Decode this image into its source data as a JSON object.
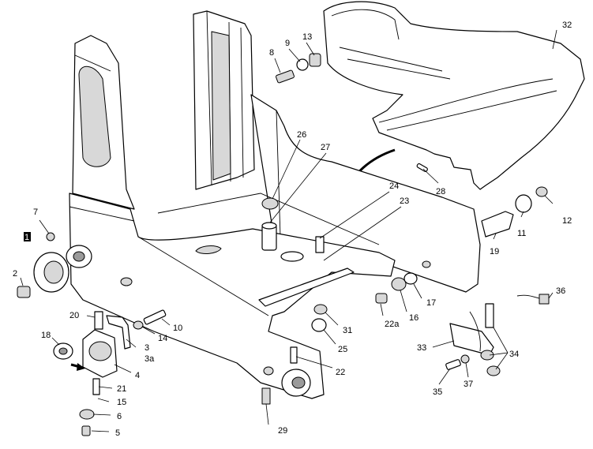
{
  "callouts": [
    {
      "id": "c32",
      "text": "32"
    },
    {
      "id": "c8",
      "text": "8"
    },
    {
      "id": "c9",
      "text": "9"
    },
    {
      "id": "c13",
      "text": "13"
    },
    {
      "id": "c26",
      "text": "26"
    },
    {
      "id": "c27",
      "text": "27"
    },
    {
      "id": "c24",
      "text": "24"
    },
    {
      "id": "c23",
      "text": "23"
    },
    {
      "id": "c28",
      "text": "28"
    },
    {
      "id": "c11",
      "text": "11"
    },
    {
      "id": "c12",
      "text": "12"
    },
    {
      "id": "c19",
      "text": "19"
    },
    {
      "id": "c7",
      "text": "7"
    },
    {
      "id": "c1",
      "text": "1"
    },
    {
      "id": "c2",
      "text": "2"
    },
    {
      "id": "c20",
      "text": "20"
    },
    {
      "id": "c10",
      "text": "10"
    },
    {
      "id": "c14",
      "text": "14"
    },
    {
      "id": "c3",
      "text": "3"
    },
    {
      "id": "c3a",
      "text": "3a"
    },
    {
      "id": "c18",
      "text": "18"
    },
    {
      "id": "c4",
      "text": "4"
    },
    {
      "id": "c21",
      "text": "21"
    },
    {
      "id": "c15",
      "text": "15"
    },
    {
      "id": "c6",
      "text": "6"
    },
    {
      "id": "c5",
      "text": "5"
    },
    {
      "id": "c17",
      "text": "17"
    },
    {
      "id": "c16",
      "text": "16"
    },
    {
      "id": "c22a",
      "text": "22a"
    },
    {
      "id": "c31",
      "text": "31"
    },
    {
      "id": "c25",
      "text": "25"
    },
    {
      "id": "c22",
      "text": "22"
    },
    {
      "id": "c29",
      "text": "29"
    },
    {
      "id": "c36",
      "text": "36"
    },
    {
      "id": "c33",
      "text": "33"
    },
    {
      "id": "c34",
      "text": "34"
    },
    {
      "id": "c35",
      "text": "35"
    },
    {
      "id": "c37",
      "text": "37"
    }
  ],
  "colors": {
    "ink": "#000000",
    "paper": "#ffffff",
    "shade": "#d8d8d8"
  }
}
